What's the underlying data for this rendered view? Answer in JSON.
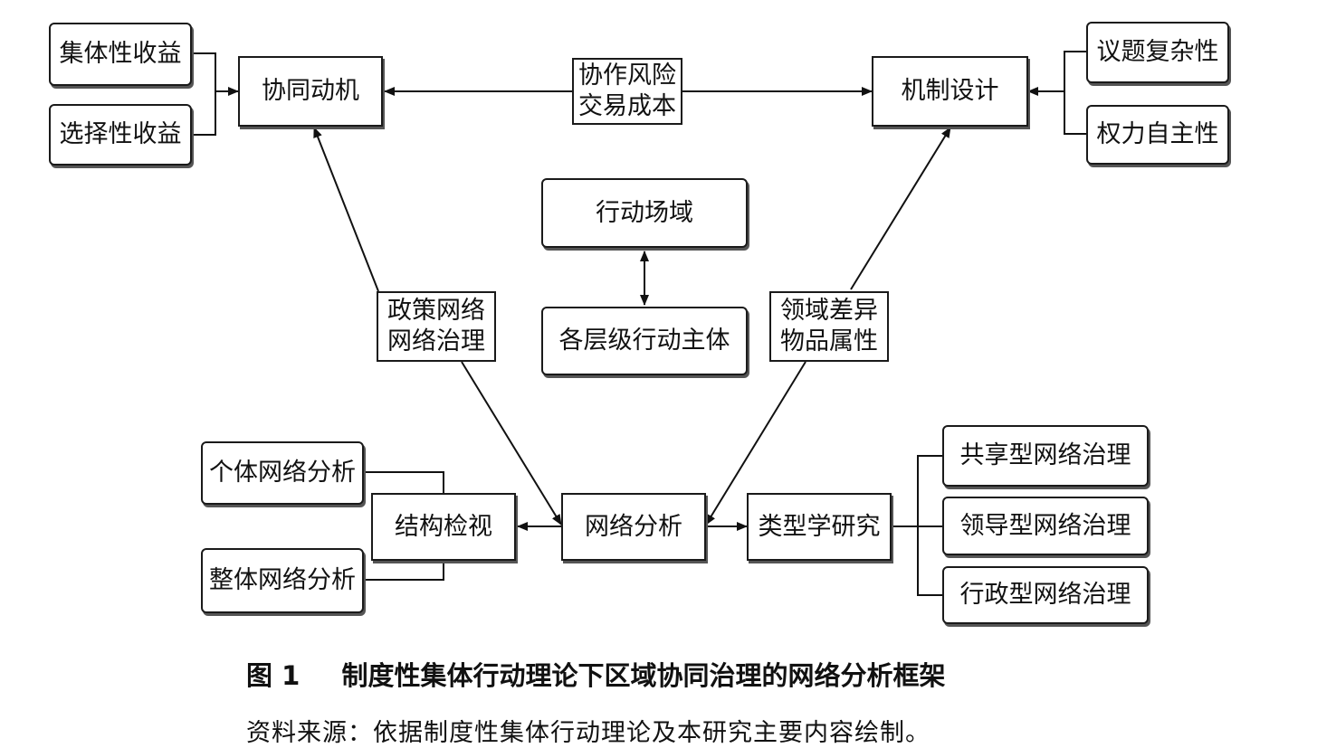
{
  "nodes": {
    "collective_benefit": "集体性收益",
    "selective_benefit": "选择性收益",
    "collab_motive": "协同动机",
    "risk_cost_line1": "协作风险",
    "risk_cost_line2": "交易成本",
    "mechanism_design": "机制设计",
    "issue_complexity": "议题复杂性",
    "power_autonomy": "权力自主性",
    "action_arena": "行动场域",
    "actors": "各层级行动主体",
    "policy_network_line1": "政策网络",
    "policy_network_line2": "网络治理",
    "domain_diff_line1": "领域差异",
    "domain_diff_line2": "物品属性",
    "individual_network": "个体网络分析",
    "whole_network": "整体网络分析",
    "structure_review": "结构检视",
    "network_analysis": "网络分析",
    "typology": "类型学研究",
    "shared_governance": "共享型网络治理",
    "lead_governance": "领导型网络治理",
    "admin_governance": "行政型网络治理"
  },
  "caption": {
    "figure_label": "图 1",
    "title": "制度性集体行动理论下区域协同治理的网络分析框架",
    "source": "资料来源：依据制度性集体行动理论及本研究主要内容绘制。"
  }
}
